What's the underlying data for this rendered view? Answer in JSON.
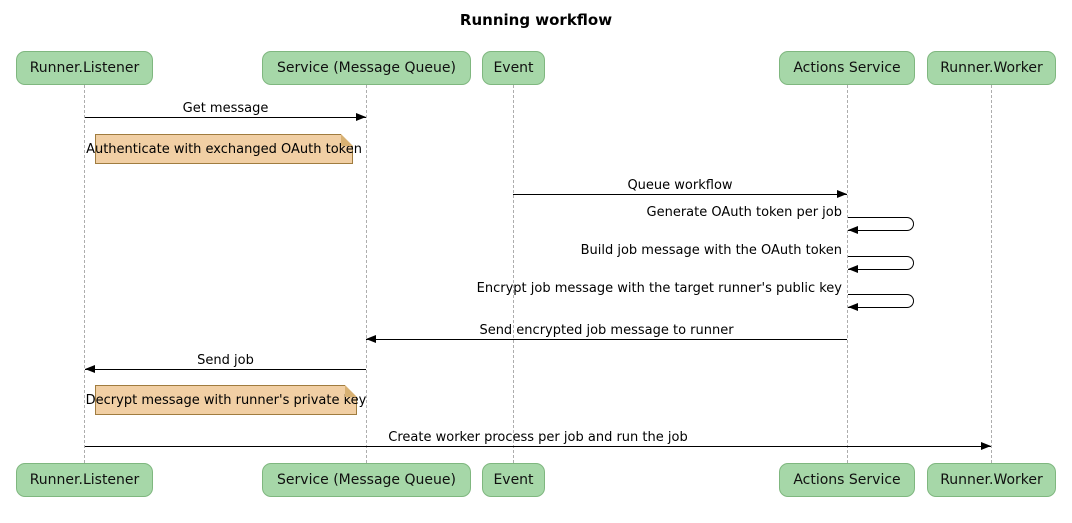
{
  "title": "Running workflow",
  "participants": [
    "Runner.Listener",
    "Service (Message Queue)",
    "Event",
    "Actions Service",
    "Runner.Worker"
  ],
  "messages": {
    "get_message": "Get message",
    "queue_workflow": "Queue workflow",
    "generate_token": "Generate OAuth token per job",
    "build_job_message": "Build job message with the OAuth token",
    "encrypt_job_message": "Encrypt job message with the target runner's public key",
    "send_encrypted": "Send encrypted job message to runner",
    "send_job": "Send job",
    "create_worker": "Create worker process per job and run the job"
  },
  "notes": {
    "authenticate": "Authenticate with exchanged OAuth token",
    "decrypt": "Decrypt message with runner's private key"
  },
  "colors": {
    "participant_fill": "#A6D7A8",
    "participant_border": "#7FB77F",
    "note_fill": "#F1CFA4",
    "note_border": "#A07C3F",
    "note_fold": "#D8B173",
    "lifeline": "#ADADAD",
    "arrow": "#000000"
  }
}
